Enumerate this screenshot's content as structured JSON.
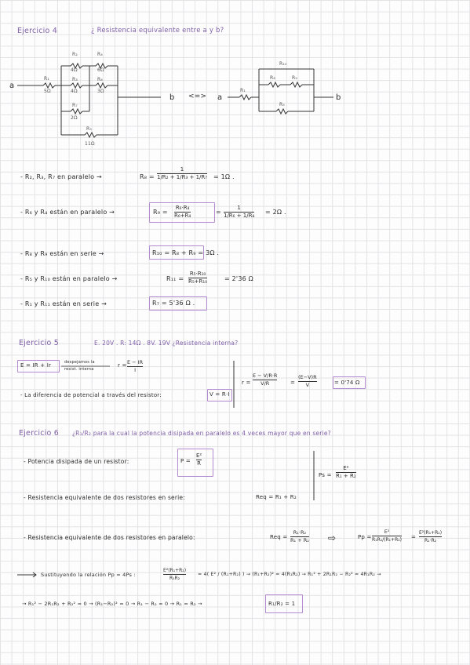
{
  "ex4": {
    "title": "Ejercicio 4",
    "question": "¿ Resistencia equivalente entre a y b?",
    "circuit1": {
      "node_a": "a",
      "node_b": "b",
      "r2": "R₂",
      "r2v": "4Ω",
      "r4": "R₄",
      "r4v": "6Ω",
      "r1": "R₁",
      "r1v": "5Ω",
      "r3": "R₃",
      "r3v": "4Ω",
      "r6": "R₆",
      "r6v": "3Ω",
      "r7": "R₇",
      "r7v": "2Ω",
      "r5": "R₅",
      "r5v": "11Ω"
    },
    "arrow": "<=>",
    "circuit2": {
      "node_a": "a",
      "node_b": "b",
      "r10": "R₁₀",
      "r8": "R₈",
      "r9": "R₉",
      "r1": "R₁",
      "r5": "R₅"
    },
    "lines": [
      {
        "text": "- R₂, R₃, R₇ en paralelo →",
        "lhs": "R₈ =",
        "num": "1",
        "den1": "1/R₂ + 1/R₃ + 1/R₇",
        "result": "= 1Ω ."
      },
      {
        "text": "- R₆ y R₄ están en paralelo →",
        "lhs": "R₉ =",
        "num": "R₆·R₄",
        "den": "R₆+R₄",
        "mid": "=",
        "num2": "1",
        "den2": "1/R₆ + 1/R₄",
        "result": "= 2Ω ."
      },
      {
        "text": "- R₈ y R₉ están en serie →",
        "boxed": "R₁₀ = R₈ + R₉ = 3Ω ."
      },
      {
        "text": "- R₅ y R₁₀ están en paralelo →",
        "lhs": "R₁₁ =",
        "num": "R₅·R₁₀",
        "den": "R₅+R₁₀",
        "result": "= 2'36 Ω"
      },
      {
        "text": "- R₁ y R₁₁ están en serie →",
        "boxed": "R₇ = 5'36 Ω ."
      }
    ]
  },
  "ex5": {
    "title": "Ejercicio 5",
    "given": "E. 20V  . R: 14Ω  . 8V. 19V   ¿Resistencia interna?",
    "eq1": "E = IR + Ir",
    "note1": "despejamos la",
    "note2": "resist. interna",
    "r_eq": "r =",
    "r_num": "E − IR",
    "r_den": "I",
    "line2": "- La diferencia de potencial a través del resistor:",
    "boxed2": "V = R·I",
    "final_lhs": "r =",
    "final_num": "E − V/R·R",
    "final_den": "V/R",
    "final_mid": "=",
    "final_num2": "(E−V)R",
    "final_den2": "V",
    "final_result": "= 0'74 Ω"
  },
  "ex6": {
    "title": "Ejercicio 6",
    "question": "¿R₁/R₂ para la cual la potencia disipada en paralelo es 4 veces mayor que en serie?",
    "p_label": "- Potencia disipada de un resistor:",
    "p_formula_lhs": "P =",
    "p_num": "E²",
    "p_den": "R",
    "serie_label": "- Resistencia equivalente de dos resistores en serie:",
    "serie_formula": "Req = R₁ + R₂",
    "ps_lhs": "Ps =",
    "ps_num": "E²",
    "ps_den": "R₁ + R₂",
    "par_label": "- Resistencia equivalente de dos resistores en paralelo:",
    "par_lhs": "Req =",
    "par_num": "R₁·R₂",
    "par_den": "R₁ + R₂",
    "pp_lhs": "Pp =",
    "pp_num": "E²",
    "pp_den": "R₁R₂/(R₁+R₂)",
    "pp_mid": "=",
    "pp_num2": "E²(R₁+R₂)",
    "pp_den2": "R₁·R₂",
    "sub_label": "Sustituyendo la relación Pp = 4Ps :",
    "sub_num": "E²(R₁+R₂)",
    "sub_den": "R₁R₂",
    "sub_rest": "= 4( E² / (R₁+R₂) ) → (R₁+R₂)² = 4(R₁R₂) → R₁² + 2R₁R₂ − R₂² = 4R₁R₂ →",
    "last": "→ R₁² − 2R₁R₂ + R₂² = 0 → (R₁−R₂)² = 0 → R₁ − R₂ = 0 → R₁ = R₂ →",
    "final": "R₁/R₂ = 1"
  }
}
